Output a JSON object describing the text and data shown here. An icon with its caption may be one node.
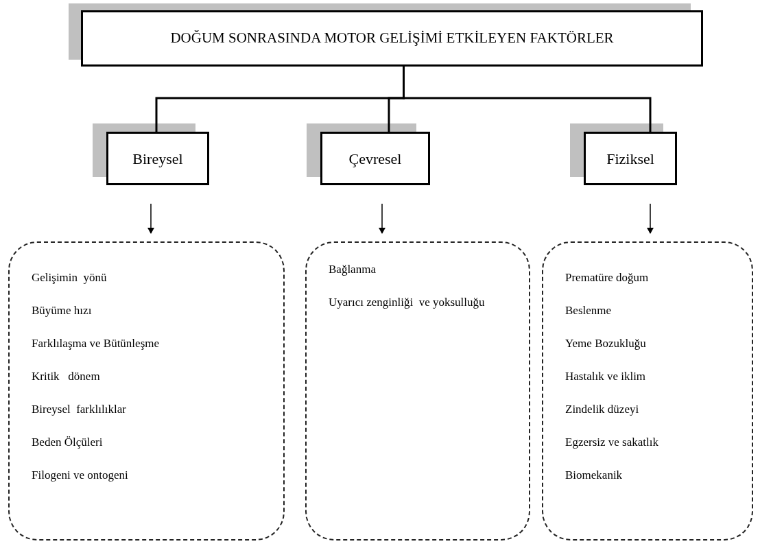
{
  "diagram": {
    "nodes": [
      {
        "text": [
          "DOĞUM SONRASINDA MOTOR GELİŞİMİ ETKİLEYEN FAKTÖRLER"
        ]
      },
      {
        "text": [
          "Bireysel"
        ]
      },
      {
        "text": [
          "Çevresel"
        ]
      },
      {
        "text": [
          "Fiziksel"
        ]
      },
      {
        "text": [
          "Gelişimin  yönü",
          "Büyüme hızı",
          "Farklılaşma ve Bütünleşme",
          "Kritik   dönem",
          "Bireysel  farklılıklar",
          "Beden Ölçüleri",
          "Filogeni ve ontogeni"
        ]
      },
      {
        "text": [
          "Bağlanma",
          "Uyarıcı zenginliği  ve yoksulluğu"
        ]
      },
      {
        "text": [
          "Prematüre doğum",
          "Beslenme",
          "Yeme Bozukluğu",
          "Hastalık ve iklim",
          "Zindelik düzeyi",
          "Egzersiz ve sakatlık",
          "Biomekanik"
        ]
      }
    ],
    "edges": [
      {
        "from": 0,
        "to": 1,
        "arrow": "none"
      },
      {
        "from": 0,
        "to": 2,
        "arrow": "none"
      },
      {
        "from": 0,
        "to": 3,
        "arrow": "none"
      },
      {
        "from": 1,
        "to": 4,
        "arrow": "to"
      },
      {
        "from": 2,
        "to": 5,
        "arrow": "to"
      },
      {
        "from": 3,
        "to": 6,
        "arrow": "to"
      }
    ]
  }
}
